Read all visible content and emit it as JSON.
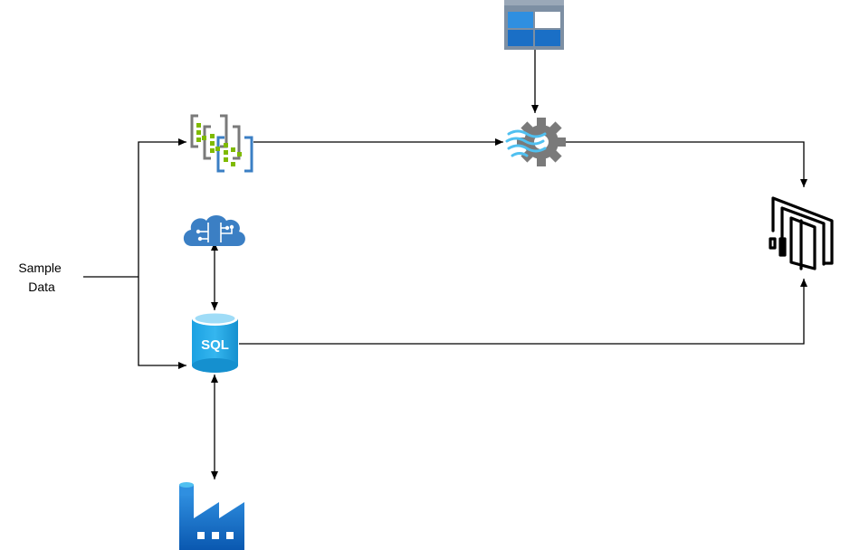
{
  "diagram": {
    "source_label": {
      "line1": "Sample",
      "line2": "Data"
    },
    "sql_icon_text": "SQL"
  },
  "icons": [
    {
      "id": "table-storage",
      "name": "table-storage-icon"
    },
    {
      "id": "event-hubs",
      "name": "event-hubs-icon"
    },
    {
      "id": "stream-analytics",
      "name": "stream-analytics-icon"
    },
    {
      "id": "machine-learning",
      "name": "machine-learning-icon"
    },
    {
      "id": "sql-database",
      "name": "sql-database-icon"
    },
    {
      "id": "data-factory",
      "name": "data-factory-icon"
    },
    {
      "id": "power-bi",
      "name": "power-bi-icon"
    }
  ],
  "colors": {
    "line": "#000000",
    "azure_blue": "#0078d4",
    "azure_light_blue": "#50c0f0",
    "sql_cyan": "#1ba1e2",
    "event_hub_green": "#7fba00",
    "gear_gray": "#7a7a7a",
    "ml_blue": "#3b7fc4"
  }
}
